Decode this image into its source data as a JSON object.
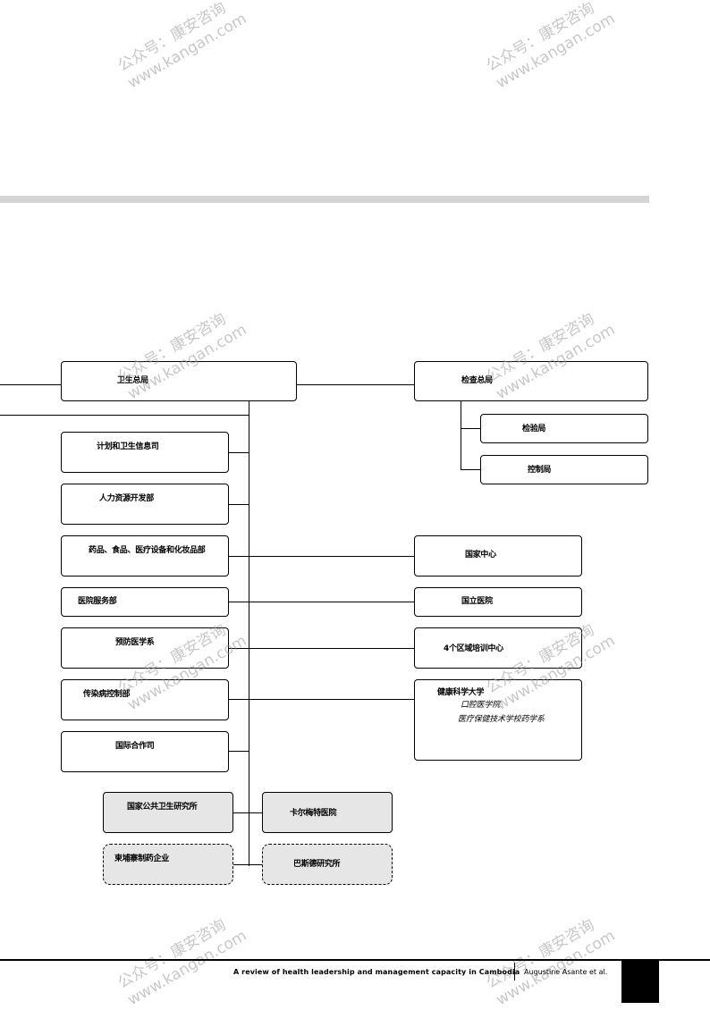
{
  "org_chart": {
    "root": "卫生总局",
    "inspection": {
      "title": "检查总局",
      "children": [
        "检验局",
        "控制局"
      ]
    },
    "departments": [
      "计划和卫生信息司",
      "人力资源开发部",
      "药品、食品、医疗设备和化妆品部",
      "医院服务部",
      "预防医学系",
      "传染病控制部",
      "国际合作司"
    ],
    "right_units": [
      "国家中心",
      "国立医院",
      "4个区域培训中心"
    ],
    "university": {
      "title": "健康科学大学",
      "sub1": "口腔医学院",
      "sub2": "医疗保健技术学校药学系"
    },
    "institutes": [
      "国家公共卫生研究所",
      "卡尔梅特医院",
      "柬埔寨制药企业",
      "巴斯德研究所"
    ]
  },
  "watermark": {
    "line1": "公众号：康安咨询",
    "line2": "www.kangan.com"
  },
  "footer": {
    "title": "A review of health leadership and management capacity in Cambodia",
    "author": "Augustine Asante et al."
  }
}
